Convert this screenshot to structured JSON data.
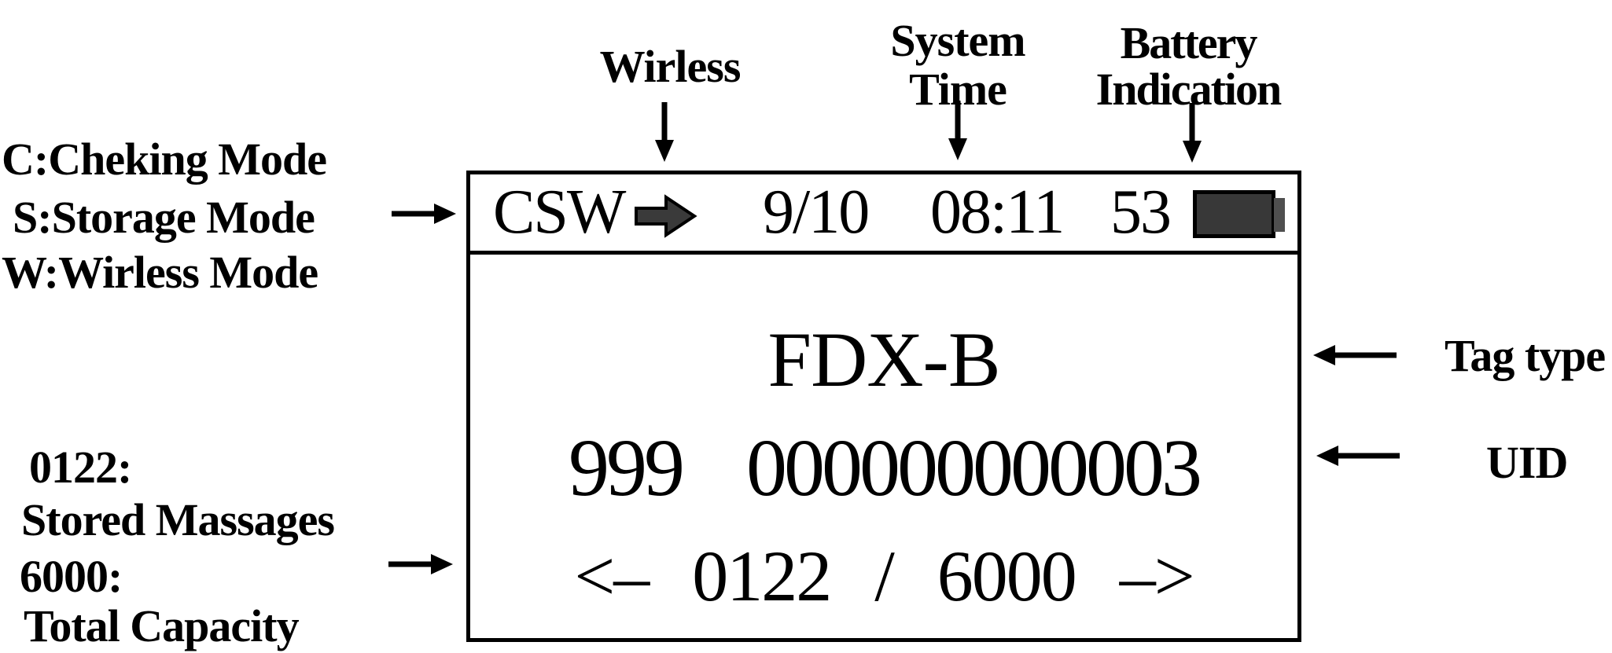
{
  "annotations": {
    "modes": {
      "line1": "C:Cheking Mode",
      "line2": "S:Storage Mode",
      "line3": "W:Wirless Mode"
    },
    "wireless_label": "Wirless",
    "system_time": {
      "line1": "System",
      "line2": "Time"
    },
    "battery_indication": {
      "line1": "Battery",
      "line2": "Indication"
    },
    "tag_type_label": "Tag type",
    "uid_label": "UID",
    "storage_info": {
      "line1": "0122:",
      "line2": "Stored Massages",
      "line3": "6000:",
      "line4": "Total Capacity"
    }
  },
  "display": {
    "status_bar": {
      "modes": "CSW",
      "date": "9/10",
      "time": "08:11",
      "battery_percent": "53"
    },
    "tag_type": "FDX-B",
    "uid": "999 000000000003",
    "counter": {
      "prev_symbol": "<–",
      "current": "0122",
      "separator": "/",
      "total": "6000",
      "next_symbol": "–>"
    }
  },
  "colors": {
    "foreground": "#000000",
    "background": "#ffffff",
    "battery_fill": "#383838",
    "battery_nub": "#4f4f4f",
    "wireless_arrow_fill": "#3a3a3a"
  }
}
